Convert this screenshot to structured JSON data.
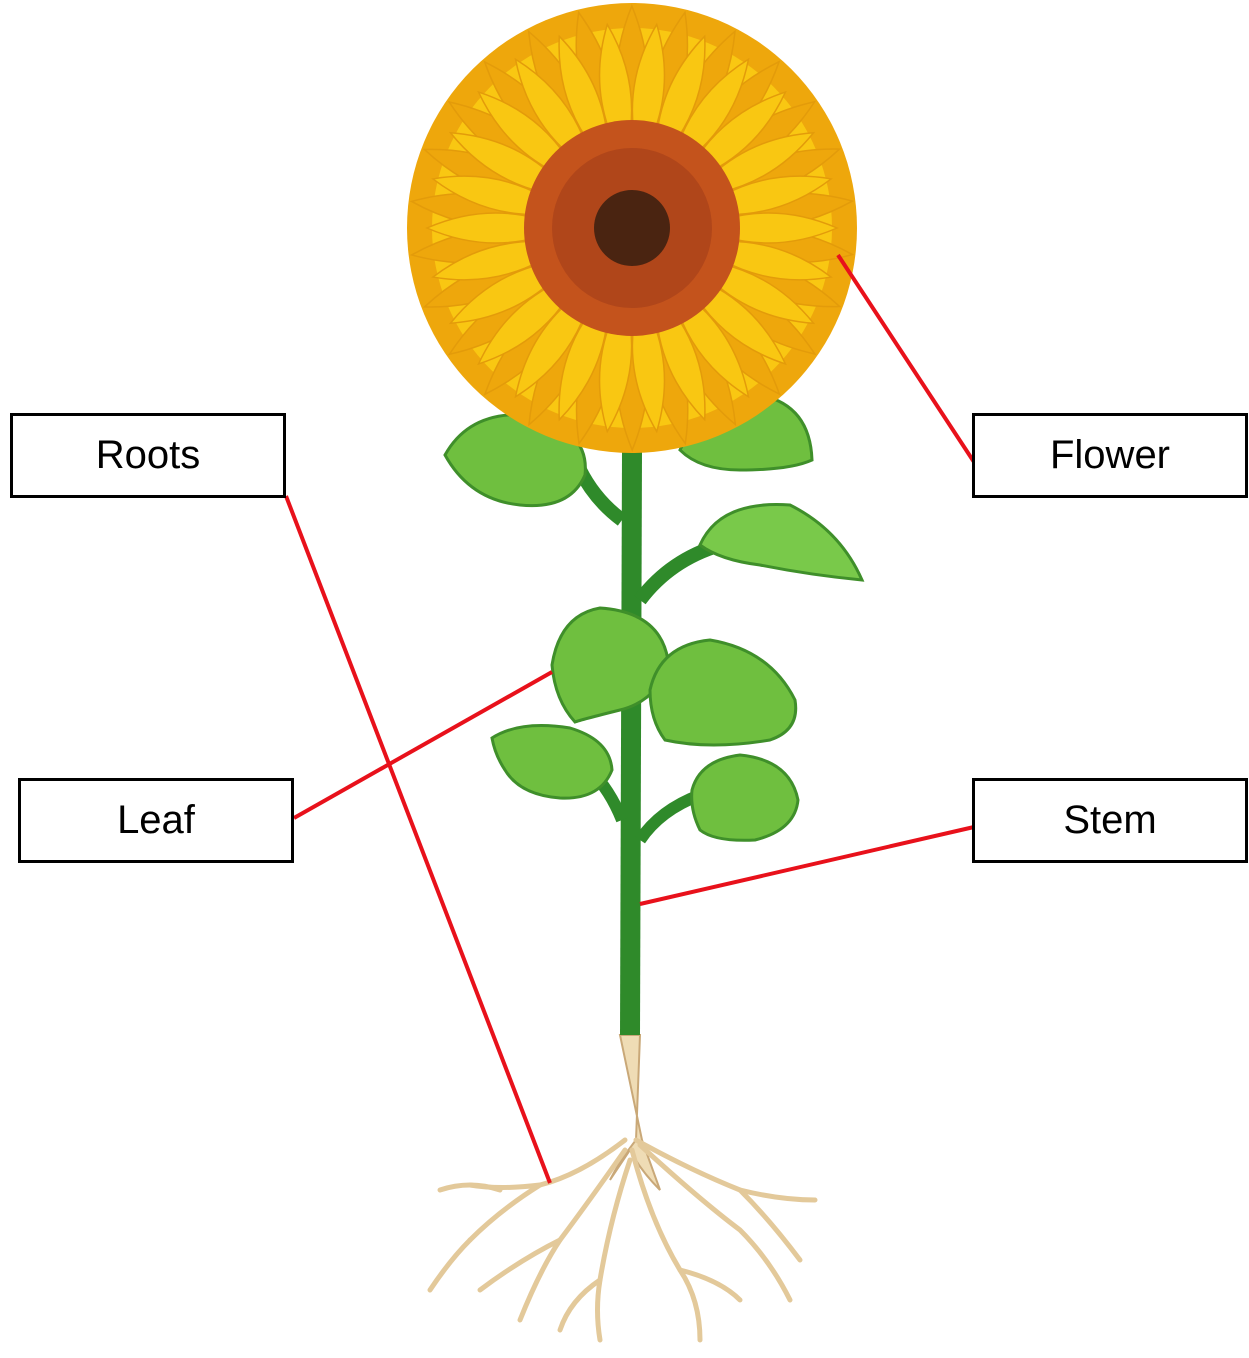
{
  "labels": {
    "roots": "Roots",
    "flower": "Flower",
    "leaf": "Leaf",
    "stem": "Stem"
  },
  "colors": {
    "leader_line": "#e8111b",
    "petal": "#f9c712",
    "petal_dark": "#eea70c",
    "disk_outer": "#c4531c",
    "disk_center": "#4a2411",
    "stem": "#2f8a2a",
    "leaf": "#6fbf3f",
    "root": "#e6cfa4"
  },
  "icons": [
    "sunflower-illustration"
  ]
}
